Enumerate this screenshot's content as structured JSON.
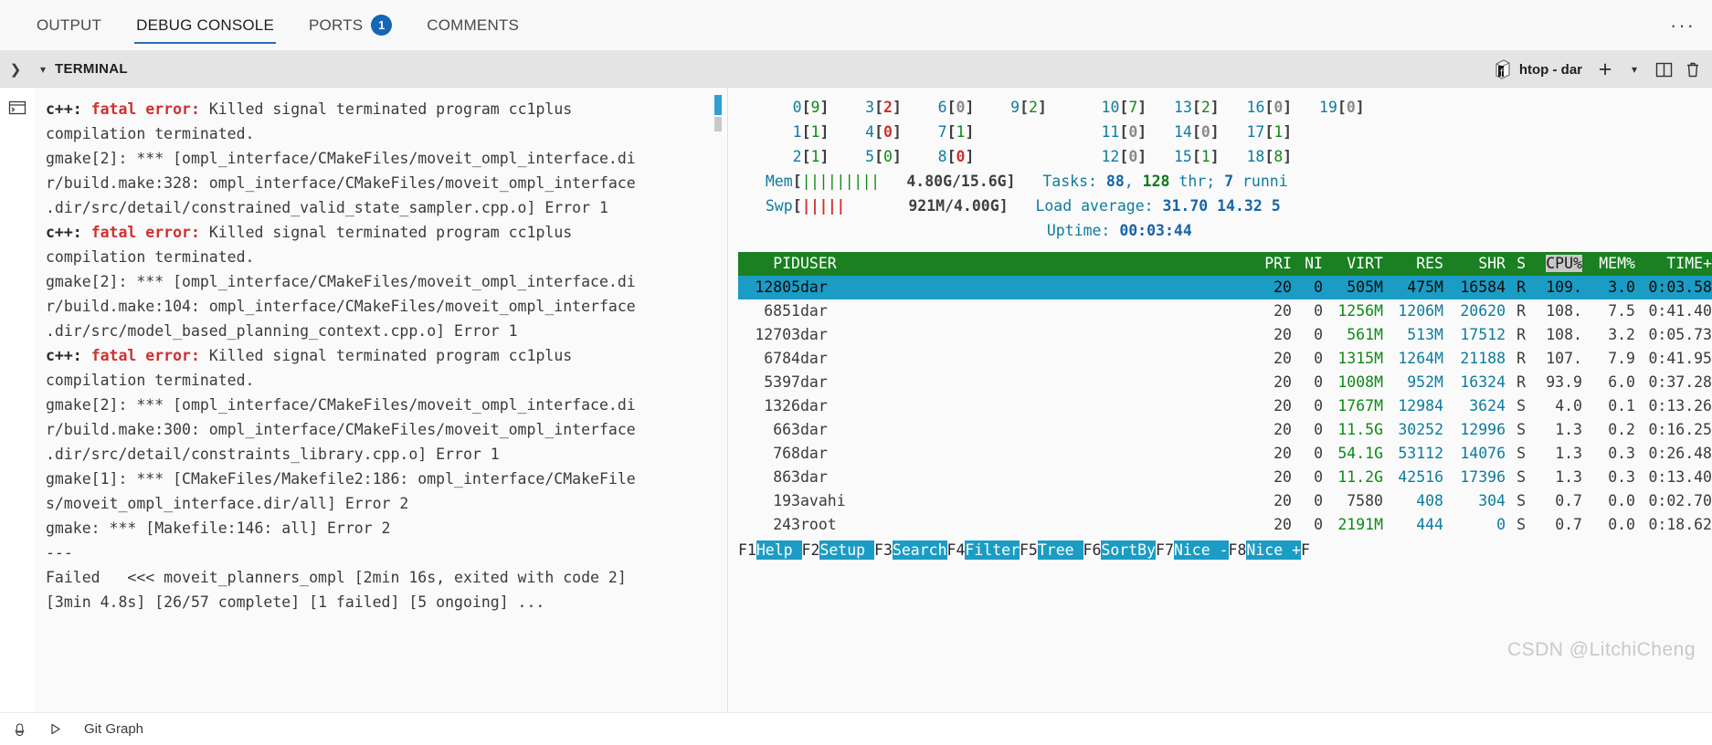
{
  "panel": {
    "tabs": [
      {
        "label": "OUTPUT",
        "active": false,
        "badge": null
      },
      {
        "label": "DEBUG CONSOLE",
        "active": true,
        "badge": null
      },
      {
        "label": "PORTS",
        "active": false,
        "badge": "1"
      },
      {
        "label": "COMMENTS",
        "active": false,
        "badge": null
      }
    ],
    "more_actions": "···"
  },
  "terminal_header": {
    "title": "TERMINAL",
    "active_terminal": "htop - dar",
    "new_terminal": "+",
    "split_terminal": "split",
    "kill_terminal": "trash"
  },
  "left_terminal": {
    "lines": [
      [
        {
          "t": "c++:",
          "c": "c-bold"
        },
        {
          "t": " ",
          "c": "c-grey"
        },
        {
          "t": "fatal error:",
          "c": "c-red"
        },
        {
          "t": " Killed signal terminated program cc1plus",
          "c": "c-grey"
        }
      ],
      [
        {
          "t": "compilation terminated.",
          "c": "c-grey"
        }
      ],
      [
        {
          "t": "gmake[2]: *** [ompl_interface/CMakeFiles/moveit_ompl_interface.di",
          "c": "c-grey"
        }
      ],
      [
        {
          "t": "r/build.make:328: ompl_interface/CMakeFiles/moveit_ompl_interface",
          "c": "c-grey"
        }
      ],
      [
        {
          "t": ".dir/src/detail/constrained_valid_state_sampler.cpp.o] Error 1",
          "c": "c-grey"
        }
      ],
      [
        {
          "t": "c++:",
          "c": "c-bold"
        },
        {
          "t": " ",
          "c": "c-grey"
        },
        {
          "t": "fatal error:",
          "c": "c-red"
        },
        {
          "t": " Killed signal terminated program cc1plus",
          "c": "c-grey"
        }
      ],
      [
        {
          "t": "compilation terminated.",
          "c": "c-grey"
        }
      ],
      [
        {
          "t": "gmake[2]: *** [ompl_interface/CMakeFiles/moveit_ompl_interface.di",
          "c": "c-grey"
        }
      ],
      [
        {
          "t": "r/build.make:104: ompl_interface/CMakeFiles/moveit_ompl_interface",
          "c": "c-grey"
        }
      ],
      [
        {
          "t": ".dir/src/model_based_planning_context.cpp.o] Error 1",
          "c": "c-grey"
        }
      ],
      [
        {
          "t": "c++:",
          "c": "c-bold"
        },
        {
          "t": " ",
          "c": "c-grey"
        },
        {
          "t": "fatal error:",
          "c": "c-red"
        },
        {
          "t": " Killed signal terminated program cc1plus",
          "c": "c-grey"
        }
      ],
      [
        {
          "t": "compilation terminated.",
          "c": "c-grey"
        }
      ],
      [
        {
          "t": "gmake[2]: *** [ompl_interface/CMakeFiles/moveit_ompl_interface.di",
          "c": "c-grey"
        }
      ],
      [
        {
          "t": "r/build.make:300: ompl_interface/CMakeFiles/moveit_ompl_interface",
          "c": "c-grey"
        }
      ],
      [
        {
          "t": ".dir/src/detail/constraints_library.cpp.o] Error 1",
          "c": "c-grey"
        }
      ],
      [
        {
          "t": "gmake[1]: *** [CMakeFiles/Makefile2:186: ompl_interface/CMakeFile",
          "c": "c-grey"
        }
      ],
      [
        {
          "t": "s/moveit_ompl_interface.dir/all] Error 2",
          "c": "c-grey"
        }
      ],
      [
        {
          "t": "gmake: *** [Makefile:146: all] Error 2",
          "c": "c-grey"
        }
      ],
      [
        {
          "t": "---",
          "c": "c-grey"
        }
      ],
      [
        {
          "t": "Failed   <<< moveit_planners_ompl [2min 16s, exited with code 2]",
          "c": "c-grey"
        }
      ],
      [
        {
          "t": "[3min 4.8s] [26/57 complete] [1 failed] [5 ongoing] ...",
          "c": "c-grey"
        }
      ]
    ]
  },
  "htop": {
    "cpu_cols": [
      [
        {
          "id": "0",
          "val": "9",
          "color": "green"
        },
        {
          "id": "1",
          "val": "1",
          "color": "green"
        },
        {
          "id": "2",
          "val": "1",
          "color": "green"
        }
      ],
      [
        {
          "id": "3",
          "val": "2",
          "color": "red"
        },
        {
          "id": "4",
          "val": "0",
          "color": "red"
        },
        {
          "id": "5",
          "val": "0",
          "color": "green"
        }
      ],
      [
        {
          "id": "6",
          "val": "0",
          "color": "grey"
        },
        {
          "id": "7",
          "val": "1",
          "color": "green"
        },
        {
          "id": "8",
          "val": "0",
          "color": "red"
        }
      ],
      [
        {
          "id": "9",
          "val": "2",
          "color": "green"
        }
      ],
      [
        {
          "id": "10",
          "val": "7",
          "color": "green"
        },
        {
          "id": "11",
          "val": "0",
          "color": "grey"
        },
        {
          "id": "12",
          "val": "0",
          "color": "grey"
        }
      ],
      [
        {
          "id": "13",
          "val": "2",
          "color": "green"
        },
        {
          "id": "14",
          "val": "0",
          "color": "grey"
        },
        {
          "id": "15",
          "val": "1",
          "color": "green"
        }
      ],
      [
        {
          "id": "16",
          "val": "0",
          "color": "grey"
        },
        {
          "id": "17",
          "val": "1",
          "color": "green"
        },
        {
          "id": "18",
          "val": "8",
          "color": "green"
        }
      ],
      [
        {
          "id": "19",
          "val": "0",
          "color": "grey"
        }
      ]
    ],
    "mem_label": "Mem",
    "mem_bars": "|||||||||",
    "mem_text": "4.80G/15.6G",
    "swp_label": "Swp",
    "swp_bars": "|||||",
    "swp_text": "921M/4.00G",
    "tasks_label": "Tasks:",
    "tasks_count": "88",
    "thr_count": "128",
    "thr_word": "thr;",
    "running_count": "7",
    "running_word": "runni",
    "load_label": "Load average:",
    "load_1": "31.70",
    "load_5": "14.32",
    "load_15": "5",
    "uptime_label": "Uptime:",
    "uptime_value": "00:03:44",
    "columns": [
      "PID",
      "USER",
      "PRI",
      "NI",
      "VIRT",
      "RES",
      "SHR",
      "S",
      "CPU%",
      "MEM%",
      "TIME+"
    ],
    "rows": [
      {
        "pid": "12805",
        "user": "dar",
        "pri": "20",
        "ni": "0",
        "virt": "505M",
        "res": "475M",
        "shr": "16584",
        "s": "R",
        "cpu": "109.",
        "mem": "3.0",
        "time": "0:03.58",
        "selected": true
      },
      {
        "pid": "6851",
        "user": "dar",
        "pri": "20",
        "ni": "0",
        "virt": "1256M",
        "res": "1206M",
        "shr": "20620",
        "s": "R",
        "cpu": "108.",
        "mem": "7.5",
        "time": "0:41.40",
        "selected": false
      },
      {
        "pid": "12703",
        "user": "dar",
        "pri": "20",
        "ni": "0",
        "virt": "561M",
        "res": "513M",
        "shr": "17512",
        "s": "R",
        "cpu": "108.",
        "mem": "3.2",
        "time": "0:05.73",
        "selected": false
      },
      {
        "pid": "6784",
        "user": "dar",
        "pri": "20",
        "ni": "0",
        "virt": "1315M",
        "res": "1264M",
        "shr": "21188",
        "s": "R",
        "cpu": "107.",
        "mem": "7.9",
        "time": "0:41.95",
        "selected": false
      },
      {
        "pid": "5397",
        "user": "dar",
        "pri": "20",
        "ni": "0",
        "virt": "1008M",
        "res": "952M",
        "shr": "16324",
        "s": "R",
        "cpu": "93.9",
        "mem": "6.0",
        "time": "0:37.28",
        "selected": false
      },
      {
        "pid": "1326",
        "user": "dar",
        "pri": "20",
        "ni": "0",
        "virt": "1767M",
        "res": "12984",
        "shr": "3624",
        "s": "S",
        "cpu": "4.0",
        "mem": "0.1",
        "time": "0:13.26",
        "selected": false
      },
      {
        "pid": "663",
        "user": "dar",
        "pri": "20",
        "ni": "0",
        "virt": "11.5G",
        "res": "30252",
        "shr": "12996",
        "s": "S",
        "cpu": "1.3",
        "mem": "0.2",
        "time": "0:16.25",
        "selected": false
      },
      {
        "pid": "768",
        "user": "dar",
        "pri": "20",
        "ni": "0",
        "virt": "54.1G",
        "res": "53112",
        "shr": "14076",
        "s": "S",
        "cpu": "1.3",
        "mem": "0.3",
        "time": "0:26.48",
        "selected": false
      },
      {
        "pid": "863",
        "user": "dar",
        "pri": "20",
        "ni": "0",
        "virt": "11.2G",
        "res": "42516",
        "shr": "17396",
        "s": "S",
        "cpu": "1.3",
        "mem": "0.3",
        "time": "0:13.40",
        "selected": false
      },
      {
        "pid": "193",
        "user": "avahi",
        "pri": "20",
        "ni": "0",
        "virt": "7580",
        "res": "408",
        "shr": "304",
        "s": "S",
        "cpu": "0.7",
        "mem": "0.0",
        "time": "0:02.70",
        "selected": false
      },
      {
        "pid": "243",
        "user": "root",
        "pri": "20",
        "ni": "0",
        "virt": "2191M",
        "res": "444",
        "shr": "0",
        "s": "S",
        "cpu": "0.7",
        "mem": "0.0",
        "time": "0:18.62",
        "selected": false
      }
    ],
    "fkeys": [
      {
        "key": "F1",
        "label": "Help  "
      },
      {
        "key": "F2",
        "label": "Setup "
      },
      {
        "key": "F3",
        "label": "Search"
      },
      {
        "key": "F4",
        "label": "Filter"
      },
      {
        "key": "F5",
        "label": "Tree  "
      },
      {
        "key": "F6",
        "label": "SortBy"
      },
      {
        "key": "F7",
        "label": "Nice -"
      },
      {
        "key": "F8",
        "label": "Nice +"
      },
      {
        "key": "F",
        "label": ""
      }
    ]
  },
  "watermark": "CSDN @LitchiCheng",
  "statusbar": {
    "bell_icon": "bell-icon",
    "run_icon": "run-icon",
    "git_graph": "Git Graph"
  },
  "colors": {
    "accent": "#1566b5",
    "header_green": "#1a8021",
    "selected_cyan": "#1b9cc4",
    "error_red": "#cd3131"
  }
}
